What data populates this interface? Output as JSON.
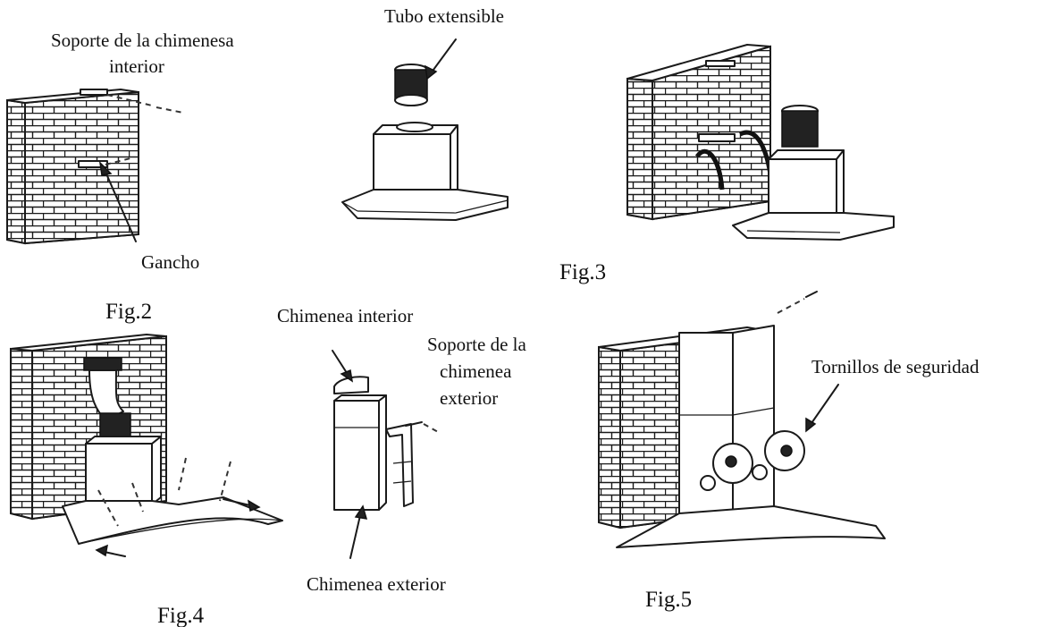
{
  "labels": {
    "soporte_chimenea_interior_1": "Soporte de la chimenesa",
    "soporte_chimenea_interior_2": "interior",
    "gancho": "Gancho",
    "tubo_extensible": "Tubo extensible",
    "chimenea_interior": "Chimenea interior",
    "soporte_chimenea_exterior_1": "Soporte de la",
    "soporte_chimenea_exterior_2": "chimenea",
    "soporte_chimenea_exterior_3": "exterior",
    "chimenea_exterior": "Chimenea exterior",
    "tornillos_seguridad": "Tornillos de seguridad"
  },
  "figures": {
    "fig2": "Fig.2",
    "fig3": "Fig.3",
    "fig4": "Fig.4",
    "fig5": "Fig.5"
  }
}
